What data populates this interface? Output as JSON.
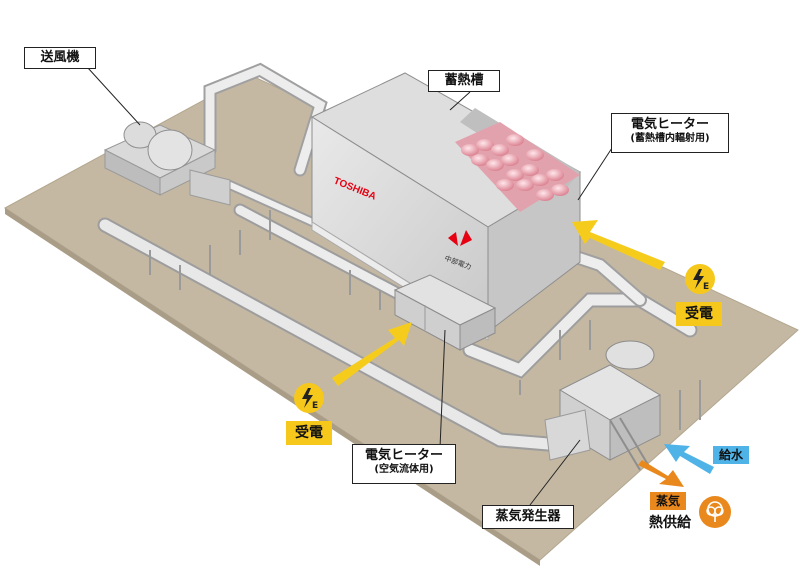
{
  "labels": {
    "blower": "送風機",
    "storage_tank": "蓄熱槽",
    "heater_radiant_title": "電気ヒーター",
    "heater_radiant_sub": "(蓄熱槽内輻射用)",
    "heater_airflow_title": "電気ヒーター",
    "heater_airflow_sub": "(空気流体用)",
    "steam_generator": "蒸気発生器",
    "power_receive_right": "受電",
    "power_receive_left": "受電",
    "water_supply": "給水",
    "steam": "蒸気",
    "heat_supply": "熱供給"
  },
  "logos": {
    "manufacturer": "TOSHIBA",
    "utility": "中部電力"
  },
  "icons": {
    "power": "lightning-e-icon",
    "heat": "tree-icon"
  },
  "colors": {
    "ground": "#c2b6a1",
    "power_arrow": "#f5cc1c",
    "water_arrow": "#4fb3e8",
    "steam_arrow": "#e9891d",
    "power_label_bg": "#f6c81b",
    "water_label_bg": "#4fb3e8",
    "steam_label_bg": "#e9891d",
    "logo_red": "#e60012"
  }
}
